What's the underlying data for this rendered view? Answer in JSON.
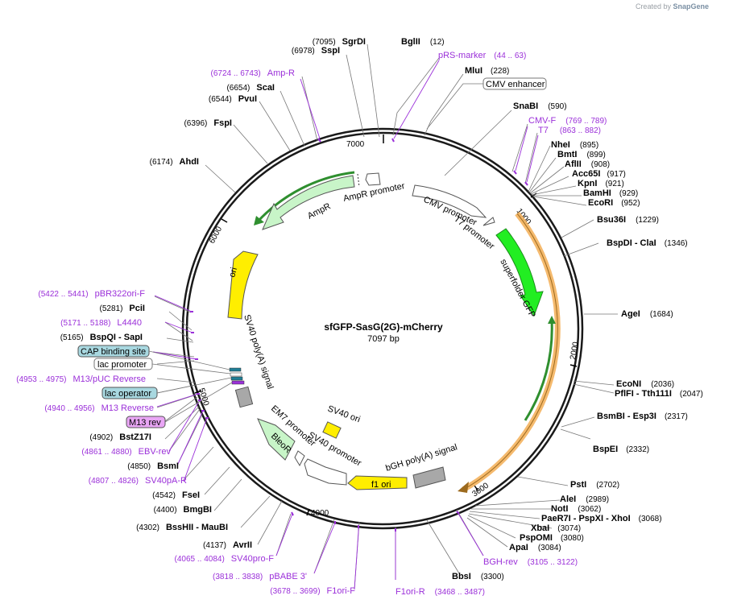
{
  "credit": {
    "created_by": "Created by",
    "brand": "SnapGene"
  },
  "plasmid": {
    "name": "sfGFP-SasG(2G)-mCherry",
    "size_label": "7097 bp",
    "length": 7097
  },
  "ticks": [
    "1000",
    "2000",
    "3000",
    "4000",
    "5000",
    "6000",
    "7000"
  ],
  "feature_labels": {
    "cmv_promoter": "CMV promoter",
    "t7_promoter": "T7 promoter",
    "sfgfp": "superfolder GFP",
    "bgh": "bGH poly(A) signal",
    "f1": "f1 ori",
    "sv40_promoter": "SV40 promoter",
    "sv40_ori": "SV40 ori",
    "em7": "EM7 promoter",
    "bleor": "BleoR",
    "sv40_polya": "SV40 poly(A) signal",
    "ori": "ori",
    "ampr": "AmpR",
    "ampr_promoter": "AmpR promoter"
  },
  "box_labels": {
    "cmv_enhancer": "CMV enhancer",
    "cap": "CAP binding site",
    "lac_promoter": "lac promoter",
    "lac_operator": "lac operator",
    "m13rev": "M13 rev"
  },
  "colors": {
    "backbone": "#1a1a1a",
    "primer": "#9b30d9",
    "gfp": "#22ee22",
    "yellow": "#ffee00",
    "pale_green": "#c8f5c8",
    "gray": "#a8a8a8",
    "orange": "#f4b25e",
    "cap": "#a8d8e0"
  },
  "right_labels": [
    {
      "name": "pRS-marker",
      "pos": "(44 .. 63)",
      "primer": true
    },
    {
      "name": "MluI",
      "pos": "(228)",
      "primer": false
    },
    {
      "name": "SnaBI",
      "pos": "(590)",
      "primer": false
    },
    {
      "name": "CMV-F",
      "pos": "(769 .. 789)",
      "primer": true
    },
    {
      "name": "T7",
      "pos": "(863 .. 882)",
      "primer": true
    },
    {
      "name": "NheI",
      "pos": "(895)",
      "primer": false
    },
    {
      "name": "BmtI",
      "pos": "(899)",
      "primer": false
    },
    {
      "name": "AflII",
      "pos": "(908)",
      "primer": false
    },
    {
      "name": "Acc65I",
      "pos": "(917)",
      "primer": false
    },
    {
      "name": "KpnI",
      "pos": "(921)",
      "primer": false
    },
    {
      "name": "BamHI",
      "pos": "(929)",
      "primer": false
    },
    {
      "name": "EcoRI",
      "pos": "(952)",
      "primer": false
    },
    {
      "name": "Bsu36I",
      "pos": "(1229)",
      "primer": false
    },
    {
      "name": "BspDI - ClaI",
      "pos": "(1346)",
      "primer": false
    },
    {
      "name": "AgeI",
      "pos": "(1684)",
      "primer": false
    },
    {
      "name": "EcoNI",
      "pos": "(2036)",
      "primer": false
    },
    {
      "name": "PflFI - Tth111I",
      "pos": "(2047)",
      "primer": false
    },
    {
      "name": "BsmBI - Esp3I",
      "pos": "(2317)",
      "primer": false
    },
    {
      "name": "BspEI",
      "pos": "(2332)",
      "primer": false
    },
    {
      "name": "PstI",
      "pos": "(2702)",
      "primer": false
    },
    {
      "name": "AleI",
      "pos": "(2989)",
      "primer": false
    },
    {
      "name": "NotI",
      "pos": "(3062)",
      "primer": false
    },
    {
      "name": "PaeR7I - PspXI - XhoI",
      "pos": "(3068)",
      "primer": false
    },
    {
      "name": "XbaI",
      "pos": "(3074)",
      "primer": false
    },
    {
      "name": "PspOMI",
      "pos": "(3080)",
      "primer": false
    },
    {
      "name": "ApaI",
      "pos": "(3084)",
      "primer": false
    },
    {
      "name": "BGH-rev",
      "pos": "(3105 .. 3122)",
      "primer": true
    },
    {
      "name": "BbsI",
      "pos": "(3300)",
      "primer": false
    },
    {
      "name": "F1ori-R",
      "pos": "(3468 .. 3487)",
      "primer": true
    }
  ],
  "left_labels": [
    {
      "name": "SgrDI",
      "pos": "(7095)",
      "primer": false
    },
    {
      "name": "BglII",
      "pos": "(12)",
      "primer": false
    },
    {
      "name": "SspI",
      "pos": "(6978)",
      "primer": false
    },
    {
      "name": "Amp-R",
      "pos": "(6724 .. 6743)",
      "primer": true
    },
    {
      "name": "ScaI",
      "pos": "(6654)",
      "primer": false
    },
    {
      "name": "PvuI",
      "pos": "(6544)",
      "primer": false
    },
    {
      "name": "FspI",
      "pos": "(6396)",
      "primer": false
    },
    {
      "name": "AhdI",
      "pos": "(6174)",
      "primer": false
    },
    {
      "name": "pBR322ori-F",
      "pos": "(5422 .. 5441)",
      "primer": true
    },
    {
      "name": "PciI",
      "pos": "(5281)",
      "primer": false
    },
    {
      "name": "L4440",
      "pos": "(5171 .. 5188)",
      "primer": true
    },
    {
      "name": "BspQI - SapI",
      "pos": "(5165)",
      "primer": false
    },
    {
      "name": "M13/pUC Reverse",
      "pos": "(4953 .. 4975)",
      "primer": true
    },
    {
      "name": "M13 Reverse",
      "pos": "(4940 .. 4956)",
      "primer": true
    },
    {
      "name": "BstZ17I",
      "pos": "(4902)",
      "primer": false
    },
    {
      "name": "EBV-rev",
      "pos": "(4861 .. 4880)",
      "primer": true
    },
    {
      "name": "BsmI",
      "pos": "(4850)",
      "primer": false
    },
    {
      "name": "SV40pA-R",
      "pos": "(4807 .. 4826)",
      "primer": true
    },
    {
      "name": "FseI",
      "pos": "(4542)",
      "primer": false
    },
    {
      "name": "BmgBI",
      "pos": "(4400)",
      "primer": false
    },
    {
      "name": "BssHII - MauBI",
      "pos": "(4302)",
      "primer": false
    },
    {
      "name": "AvrII",
      "pos": "(4137)",
      "primer": false
    },
    {
      "name": "SV40pro-F",
      "pos": "(4065 .. 4084)",
      "primer": true
    },
    {
      "name": "pBABE 3'",
      "pos": "(3818 .. 3838)",
      "primer": true
    },
    {
      "name": "F1ori-F",
      "pos": "(3678 .. 3699)",
      "primer": true
    }
  ]
}
